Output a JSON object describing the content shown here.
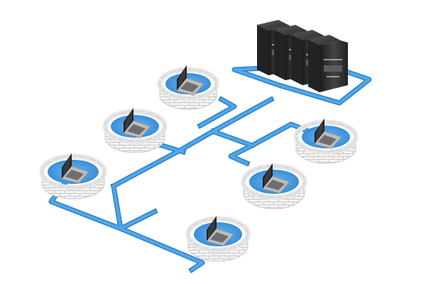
{
  "scene": {
    "subject": "network-firewall-illustration",
    "server_count": 4,
    "laptop_count": 6,
    "colors": {
      "background": "#ffffff",
      "network_line": "#3f9be3",
      "network_line_edge": "#2f7fc4",
      "brick": "#f2f2f2",
      "brick_mortar": "#c8c8c8",
      "server_body": "#2b2b2b",
      "server_face": "#3a3a3a",
      "server_trim": "#a0a0a0",
      "laptop_screen": "#1f1f1f",
      "laptop_base": "#bdbdbd",
      "pit_floor": "#4aa3ea"
    },
    "icons": [
      "server-rack-icon",
      "laptop-icon",
      "firewall-ring-icon",
      "network-line-icon"
    ]
  }
}
